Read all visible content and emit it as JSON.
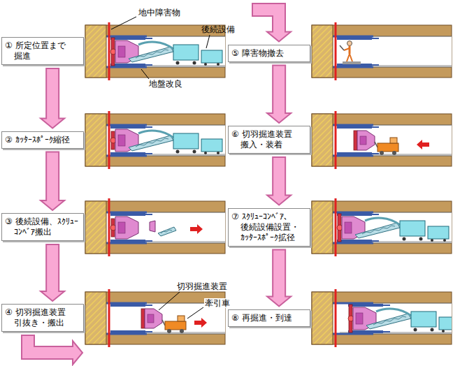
{
  "diagram": {
    "nodes": [
      {
        "text": [
          "① 所定位置まで 掘進"
        ]
      },
      {
        "text": [
          "② ｶｯﾀｰｽﾎﾟｰｸ縮径"
        ]
      },
      {
        "text": [
          "③ 後続設備、ｽｸﾘｭｰ ｺﾝﾍﾞｱ搬出"
        ]
      },
      {
        "text": [
          "④ 切羽掘進装置 引抜き・搬出"
        ]
      },
      {
        "text": [
          "⑤ 障害物撤去"
        ]
      },
      {
        "text": [
          "⑥ 切羽掘進装置 搬入・装着"
        ]
      },
      {
        "text": [
          "⑦ ｽｸﾘｭｰｺﾝﾍﾞｱ、 後続設備設置・ ｶｯﾀｰｽﾎﾟｰｸ拡径"
        ]
      },
      {
        "text": [
          "⑧ 再掘進・到達"
        ]
      }
    ],
    "edges": [
      {
        "from": 0,
        "to": 1,
        "arrow": "to"
      },
      {
        "from": 1,
        "to": 2,
        "arrow": "to"
      },
      {
        "from": 2,
        "to": 3,
        "arrow": "to"
      },
      {
        "from": 3,
        "to": 4,
        "arrow": "to"
      },
      {
        "from": 4,
        "to": 5,
        "arrow": "to"
      },
      {
        "from": 5,
        "to": 6,
        "arrow": "to"
      },
      {
        "from": 6,
        "to": 7,
        "arrow": "to"
      }
    ],
    "labels": [
      "地中障害物",
      "後続設備",
      "地盤改良",
      "切羽掘進装置",
      "牽引車"
    ]
  }
}
